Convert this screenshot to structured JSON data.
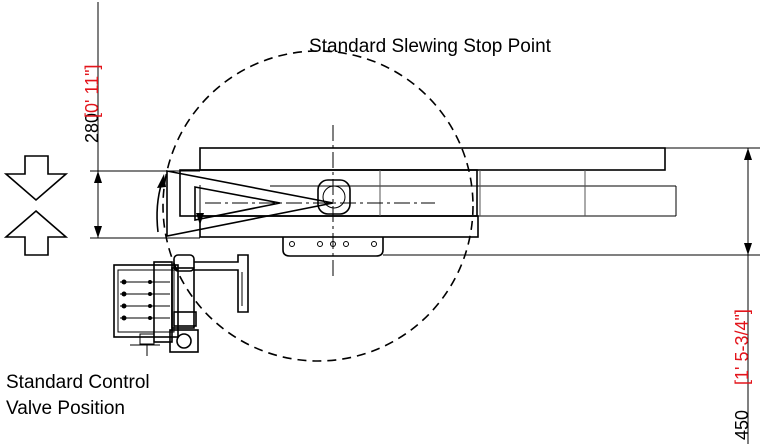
{
  "title": "Standard Slewing Stop Point",
  "control_valve_label": {
    "line1": "Standard Control",
    "line2": "Valve Position"
  },
  "dimensions": {
    "top_value": "280",
    "top_imperial": "[0' 11\"]",
    "right_value": "450",
    "right_imperial": "[1' 5-3/4\"]"
  },
  "colors": {
    "imperial_text": "#e3141b",
    "lines": "#000000"
  },
  "icons": [
    "arrow-down-outline-icon",
    "arrow-up-outline-icon"
  ]
}
